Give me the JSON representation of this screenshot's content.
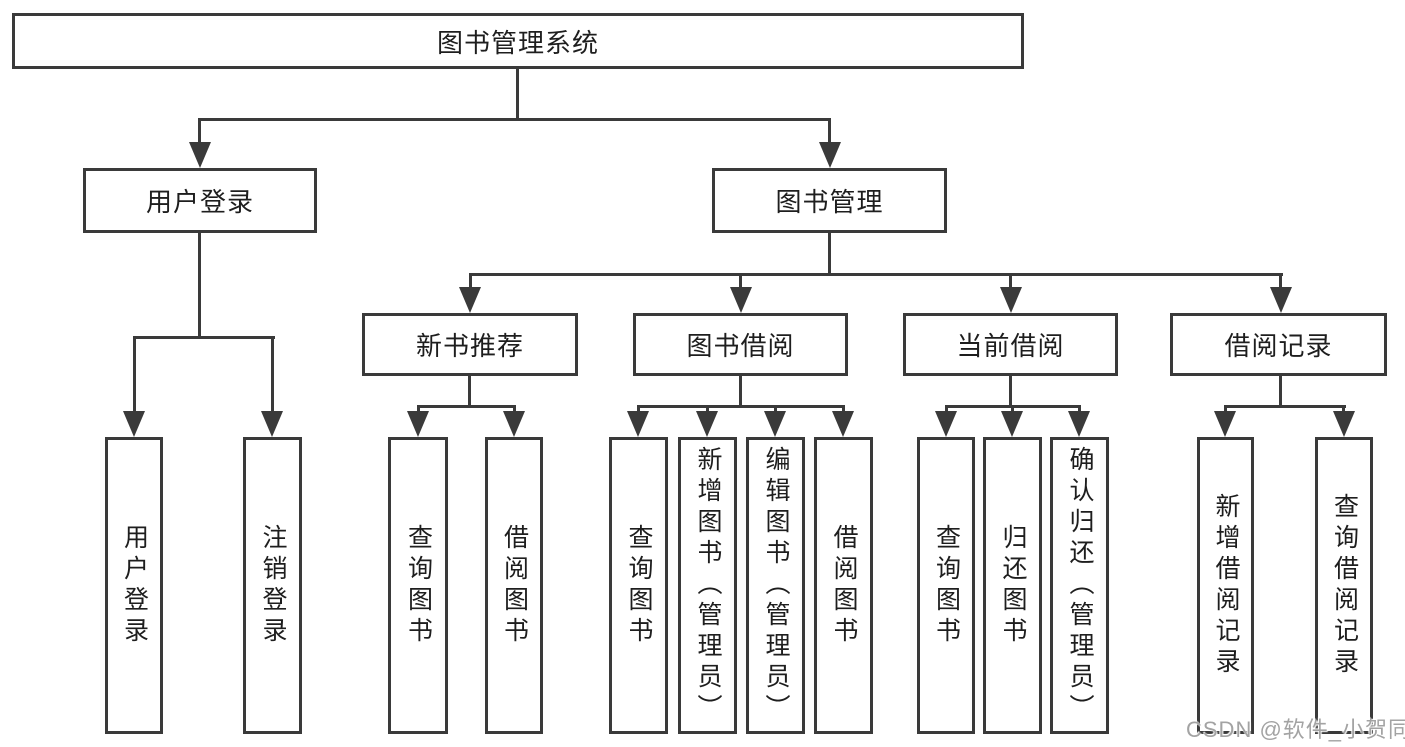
{
  "diagram": {
    "root": {
      "label": "图书管理系统"
    },
    "branches": [
      {
        "label": "用户登录",
        "children": [
          {
            "label": "用户登录"
          },
          {
            "label": "注销登录"
          }
        ]
      },
      {
        "label": "图书管理",
        "children": [
          {
            "label": "新书推荐",
            "children": [
              {
                "label": "查询图书"
              },
              {
                "label": "借阅图书"
              }
            ]
          },
          {
            "label": "图书借阅",
            "children": [
              {
                "label": "查询图书"
              },
              {
                "label": "新增图书（管理员）"
              },
              {
                "label": "编辑图书（管理员）"
              },
              {
                "label": "借阅图书"
              }
            ]
          },
          {
            "label": "当前借阅",
            "children": [
              {
                "label": "查询图书"
              },
              {
                "label": "归还图书"
              },
              {
                "label": "确认归还（管理员）"
              }
            ]
          },
          {
            "label": "借阅记录",
            "children": [
              {
                "label": "新增借阅记录"
              },
              {
                "label": "查询借阅记录"
              }
            ]
          }
        ]
      }
    ]
  },
  "watermark": {
    "text": "CSDN @软件_小贺同学"
  },
  "colors": {
    "line": "#3a3a3a",
    "box_border": "#3a3a3a",
    "text": "#1e1e1e",
    "watermark": "#a3a3a3",
    "background": "#ffffff"
  }
}
